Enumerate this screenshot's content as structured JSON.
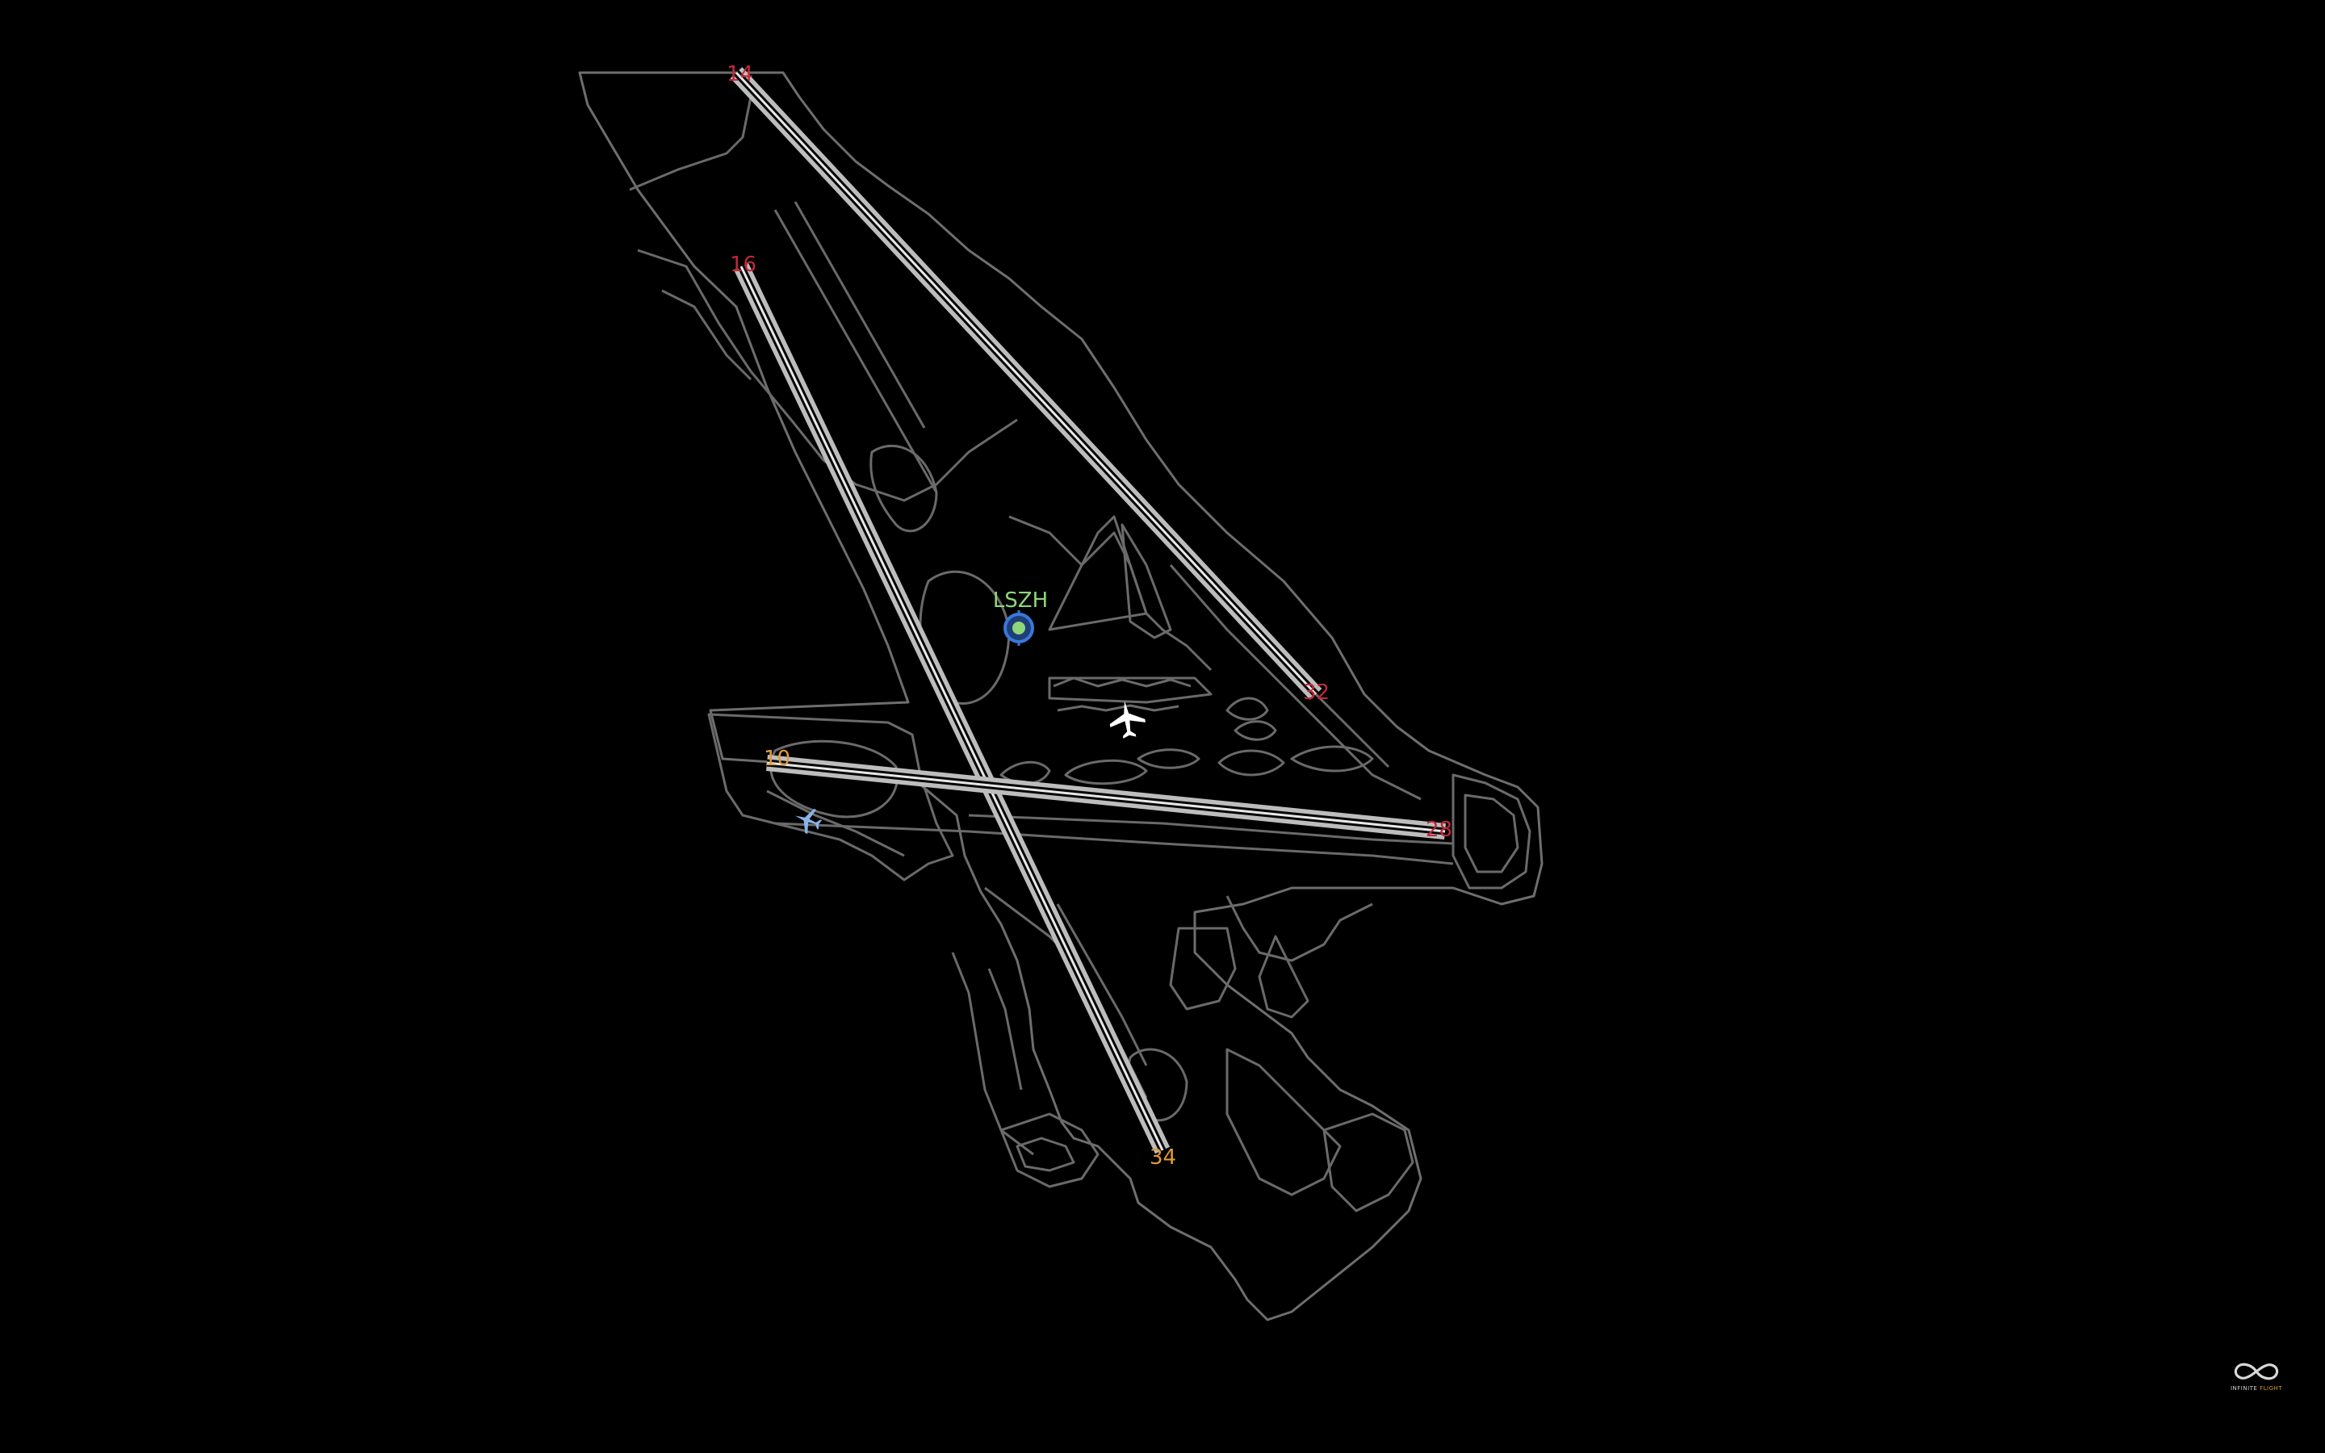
{
  "map": {
    "airport_code": "LSZH",
    "runway_labels": [
      "16",
      "34",
      "10",
      "28",
      "14",
      "32"
    ],
    "colors": {
      "background": "#000000",
      "outline": "#6e6e6e",
      "runway": "#bdbdbd",
      "airport_label": "#8fd67a",
      "airport_marker": "#3a78d8",
      "runway_label_active": "#e09a3a",
      "runway_label_inactive": "#c0283a",
      "user_aircraft": "#ffffff",
      "traffic_aircraft": "#8ab4e8"
    },
    "icons": {
      "airport": "airport-marker-icon",
      "user_aircraft": "airplane-icon",
      "traffic": "traffic-airplane-icon"
    }
  },
  "logo": {
    "icon": "infinity-icon",
    "brand_word_1": "INFINITE",
    "brand_word_2": "FLIGHT"
  }
}
